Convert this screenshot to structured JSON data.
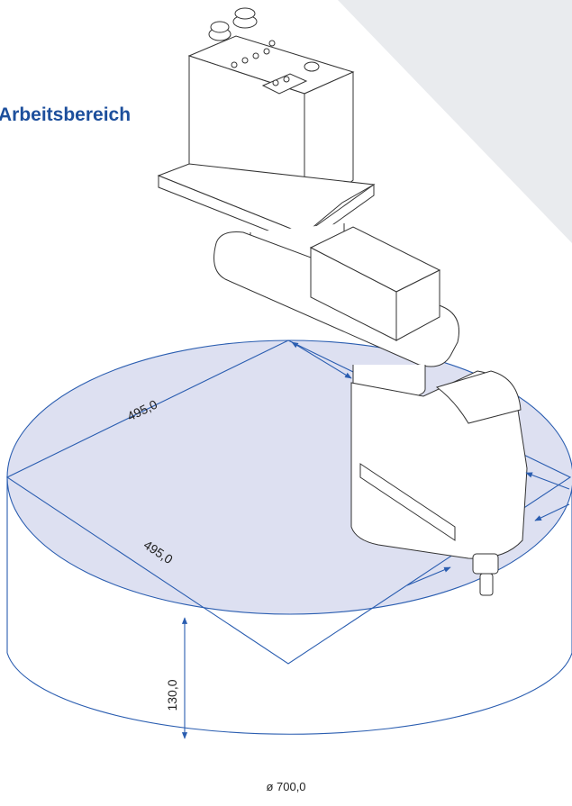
{
  "heading": "Arbeitsbereich",
  "dimensions": {
    "edge_upper": "495,0",
    "edge_lower": "495,0",
    "height": "130,0",
    "diameter": "ø 700,0"
  },
  "colors": {
    "accent": "#1d4f9c",
    "area_fill": "#dde0f1",
    "dim_line": "#2a5db0",
    "background_panel": "#e9ebee"
  }
}
